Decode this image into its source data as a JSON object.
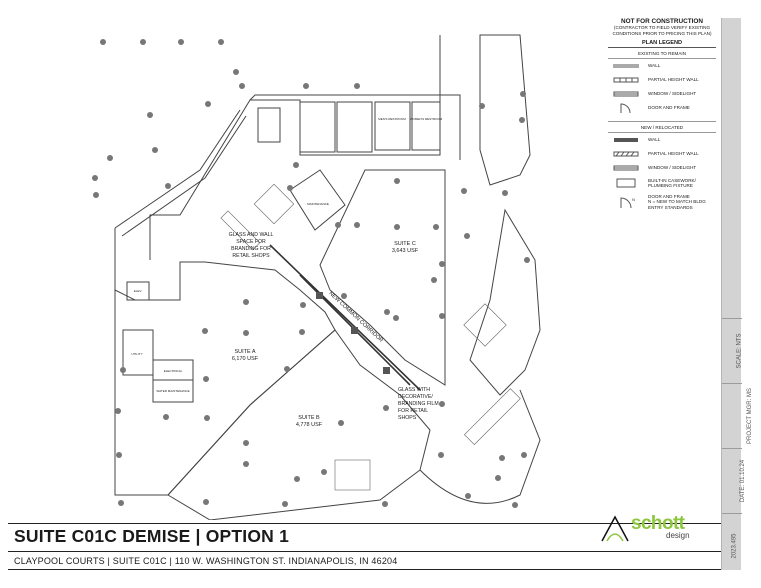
{
  "legend": {
    "not_for_construction": "NOT FOR CONSTRUCTION",
    "contractor_note_1": "(CONTRACTOR TO FIELD VERIFY EXISTING",
    "contractor_note_2": "CONDITIONS PRIOR TO PRICING THIS PLAN)",
    "heading": "PLAN LEGEND",
    "existing_section": "EXISTING TO REMAIN",
    "existing_items": [
      {
        "label": "WALL",
        "icon": "thin-wall-symbol"
      },
      {
        "label": "PARTIAL HEIGHT WALL",
        "icon": "partial-wall-symbol"
      },
      {
        "label": "WINDOW / SIDELIGHT",
        "icon": "window-symbol"
      },
      {
        "label": "DOOR AND FRAME",
        "icon": "door-symbol"
      }
    ],
    "new_section": "NEW / RELOCATED",
    "new_items": [
      {
        "label": "WALL",
        "icon": "solid-wall-symbol"
      },
      {
        "label": "PARTIAL HEIGHT WALL",
        "icon": "hatched-wall-symbol"
      },
      {
        "label": "WINDOW / SIDELIGHT",
        "icon": "window-symbol"
      },
      {
        "label": "BUILT-IN CASEWORK/ PLUMBING FIXTURE",
        "icon": "casework-symbol"
      },
      {
        "label": "DOOR AND FRAME",
        "note": "N = NEW TO MATCH BLDG ENTRY STANDARDS",
        "icon": "door-symbol"
      }
    ]
  },
  "plan": {
    "suite_a": {
      "name": "SUITE A",
      "area": "6,170 USF"
    },
    "suite_b": {
      "name": "SUITE B",
      "area": "4,778 USF"
    },
    "suite_c": {
      "name": "SUITE C",
      "area": "3,643 USF"
    },
    "corridor": "NEW COMMON CORRIDOR",
    "note_glass_wall": [
      "GLASS AND WALL",
      "SPACE FOR",
      "BRANDING FOR",
      "RETAIL SHOPS"
    ],
    "note_glass_film": [
      "GLASS WITH",
      "DECORATIVE/",
      "BRANDING FILM",
      "FOR RETAIL",
      "SHOPS"
    ],
    "small_rooms": [
      "UTILITY",
      "ELECTRICAL",
      "WATER MAINTENANCE",
      "MEN'S RESTROOM",
      "WOMEN'S RESTROOM",
      "MAINTENANCE",
      "ELEV."
    ]
  },
  "sidebar": {
    "scale": "SCALE: NTS",
    "project_mgr": "PROJECT MGR: MS",
    "date": "DATE: 01.10.24",
    "project_no": "2023.495"
  },
  "title_block": {
    "title": "SUITE C01C DEMISE | OPTION 1",
    "subtitle": "CLAYPOOL COURTS  | SUITE C01C | 110 W. WASHINGTON ST. INDIANAPOLIS, IN 46204"
  },
  "logo": {
    "word": "schott",
    "sub": "design",
    "accent_color": "#8dc63f"
  }
}
